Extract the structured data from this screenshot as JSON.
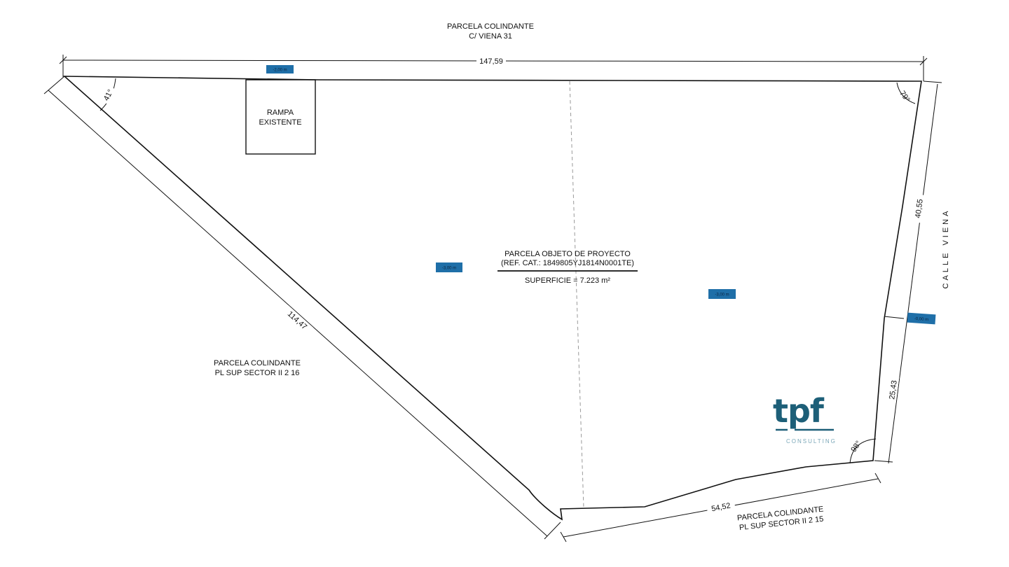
{
  "labels": {
    "top_neighbor_1": "PARCELA COLINDANTE",
    "top_neighbor_2": "C/ VIENA 31",
    "ramp_1": "RAMPA",
    "ramp_2": "EXISTENTE",
    "project_1": "PARCELA OBJETO DE PROYECTO",
    "project_2": "(REF. CAT.: 1849805YJ1814N0001TE)",
    "surface": "SUPERFICIE = 7.223 m²",
    "left_neighbor_1": "PARCELA COLINDANTE",
    "left_neighbor_2": "PL SUP SECTOR II 2 16",
    "bottom_neighbor_1": "PARCELA COLINDANTE",
    "bottom_neighbor_2": "PL SUP SECTOR II 2 15",
    "street": "CALLE VIENA"
  },
  "dimensions": {
    "top": "147,59",
    "diagonal": "114,47",
    "right_upper": "40,55",
    "right_lower": "25,43",
    "bottom": "54,52"
  },
  "angles": {
    "top_left": "41°",
    "top_right": "79°",
    "bottom_right": "98°"
  },
  "elevations": {
    "top": "-2,00 m",
    "center_left": "-3,00 m",
    "center_right": "-3,00 m",
    "right": "-0,00 m"
  },
  "logo": {
    "brand": "tpf",
    "sub": "CONSULTING"
  },
  "colors": {
    "line": "#111111",
    "elevation_tag": "#1f6fa8",
    "logo": "#1d5f78"
  }
}
